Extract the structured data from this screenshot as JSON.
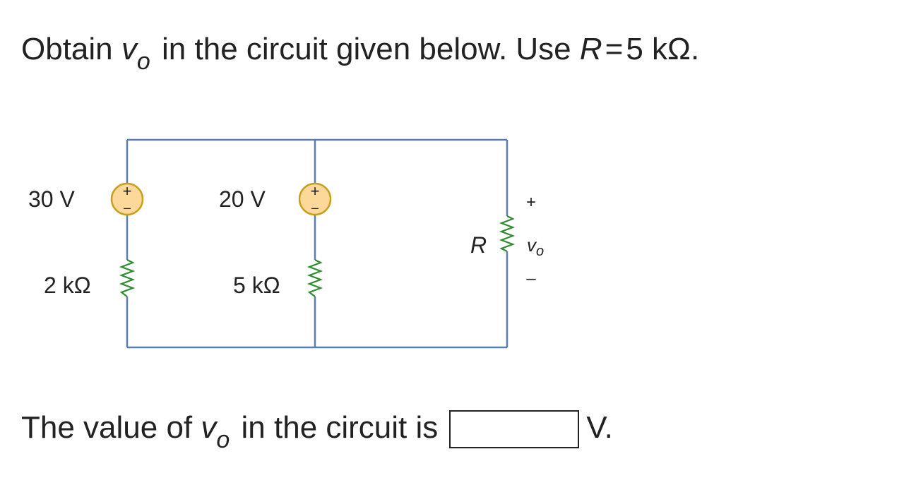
{
  "question": {
    "prefix": "Obtain ",
    "var_main": "v",
    "var_sub": "o",
    "mid": " in the circuit given below. Use ",
    "r_symbol": "R",
    "equals": "=",
    "r_value": "5 kΩ."
  },
  "circuit": {
    "source1_label": "30 V",
    "source2_label": "20 V",
    "resistor1_label": "2 kΩ",
    "resistor2_label": "5 kΩ",
    "resistor3_label": "R",
    "vo_plus": "+",
    "vo_minus": "–",
    "vo_main": "v",
    "vo_sub": "o",
    "source_plus": "+",
    "source_minus": "–",
    "colors": {
      "wire": "#5b7fa8",
      "source_fill": "#fcd89a",
      "source_stroke": "#c8a020",
      "text": "#222222"
    }
  },
  "answer": {
    "prefix": "The value of ",
    "var_main": "v",
    "var_sub": "o",
    "mid": " in the circuit is",
    "input_value": "",
    "unit": "V."
  }
}
